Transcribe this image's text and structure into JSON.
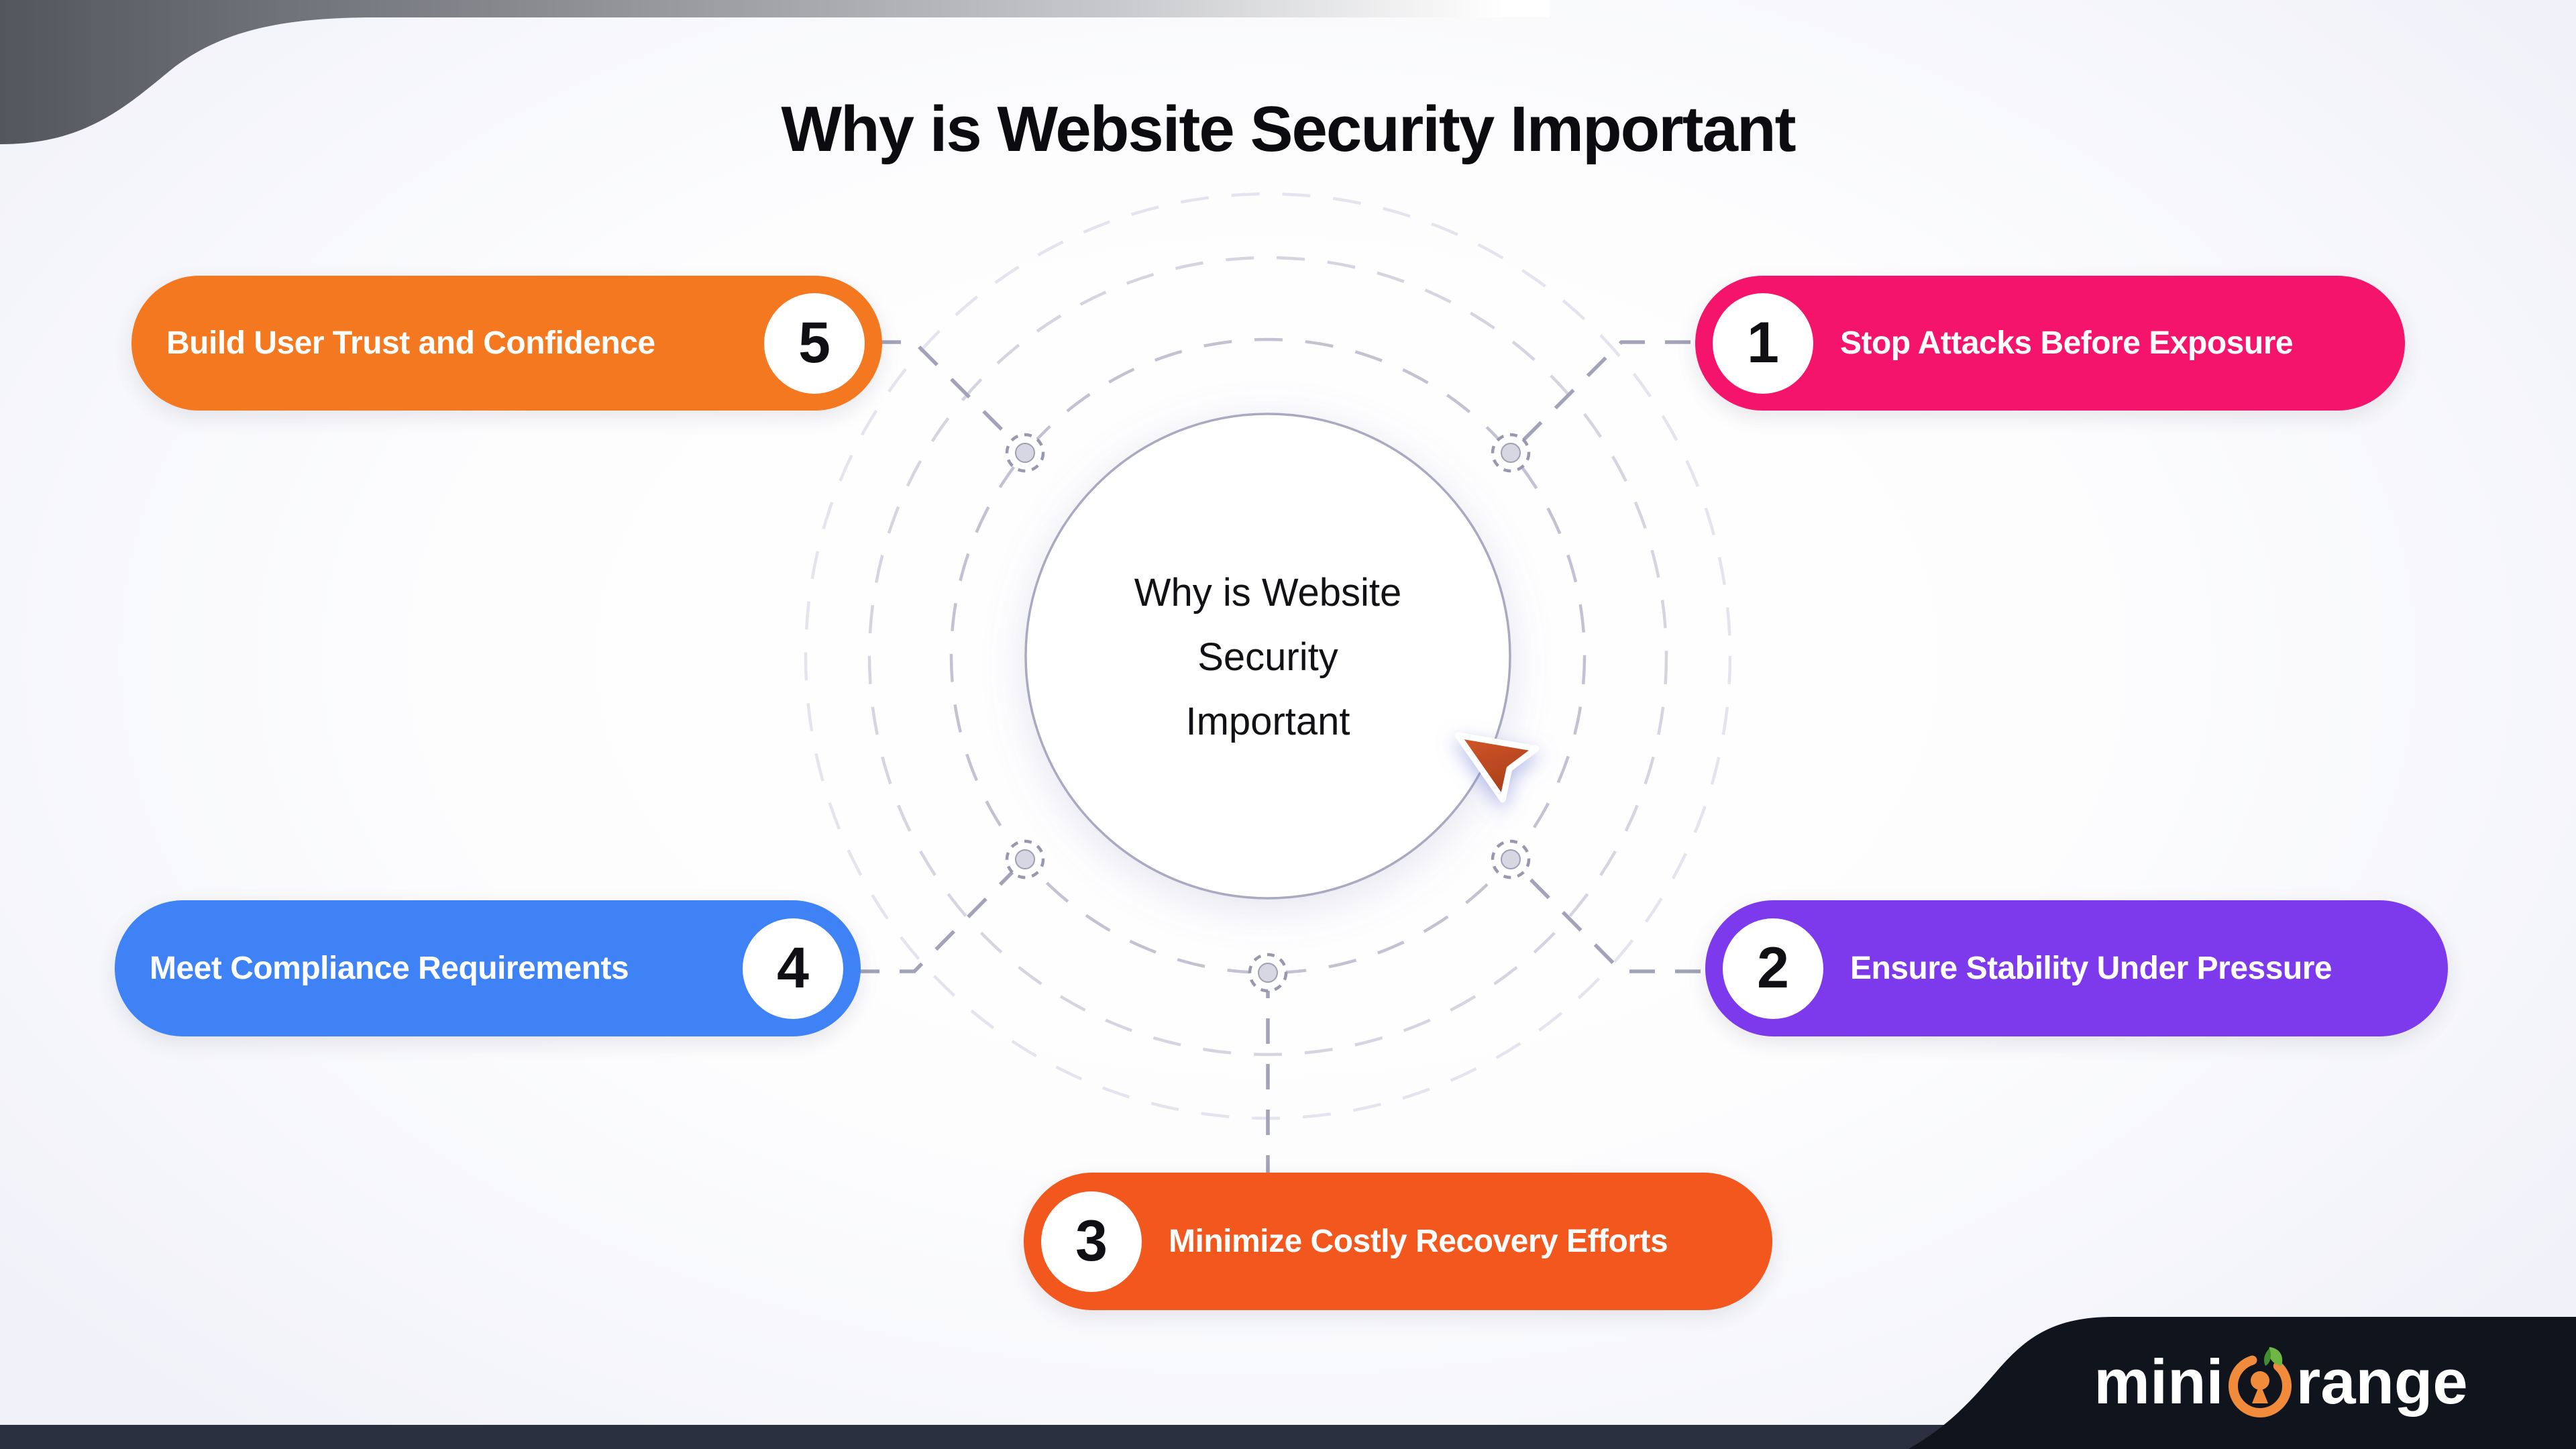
{
  "title": "Why is Website Security Important",
  "center": {
    "lines": [
      "Why is Website",
      "Security",
      "Important"
    ]
  },
  "badges": [
    {
      "number": "1",
      "label": "Stop Attacks Before Exposure",
      "color": "#F5146B",
      "number_side": "left"
    },
    {
      "number": "2",
      "label": "Ensure Stability Under Pressure",
      "color": "#7C3AEC",
      "number_side": "left"
    },
    {
      "number": "3",
      "label": "Minimize Costly Recovery Efforts",
      "color": "#F2571D",
      "number_side": "left"
    },
    {
      "number": "4",
      "label": "Meet Compliance Requirements",
      "color": "#3E82F5",
      "number_side": "right"
    },
    {
      "number": "5",
      "label": "Build User Trust and Confidence",
      "color": "#F4781F",
      "number_side": "right"
    }
  ],
  "logo": {
    "prefix": "mini",
    "suffix": "range",
    "ring_color": "#EF8B3B",
    "leaf_color": "#6FB744",
    "leaf_dark_color": "#3F8F2F"
  },
  "colors": {
    "bottom_band": "#2A3040",
    "logo_plate": "#10141D",
    "cursor_fill_top": "#D4582B",
    "cursor_fill_bottom": "#A83D18",
    "dashed_connector": "#a2a2b8",
    "ring_inner": "#c2c2d2",
    "ring_middle": "#d5d5e2",
    "ring_outer": "#e4e4ef",
    "circle_border": "#a9a9c2"
  }
}
